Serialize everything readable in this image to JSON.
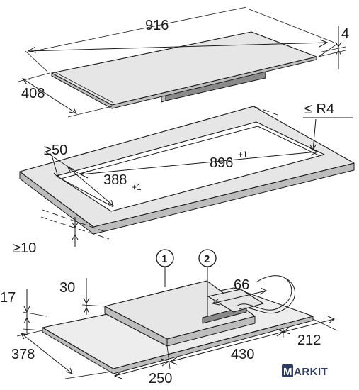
{
  "cooktop": {
    "width": "916",
    "depth": "408",
    "thickness": "4"
  },
  "cutout": {
    "corner_radius": "≤ R4",
    "min_front_margin": "≥50",
    "width": "896",
    "width_tol": "+1",
    "depth": "388",
    "depth_tol": "+1",
    "min_worktop_thickness": "≥10"
  },
  "side_view": {
    "marker_1": "1",
    "marker_2": "2",
    "unit_height": "30",
    "frame_height": "17",
    "connection_offset": "66",
    "depth": "378",
    "dim_250": "250",
    "dim_430": "430",
    "dim_212": "212"
  },
  "watermark": {
    "text": "MARKIT",
    "colors": {
      "badge": "#2f3b63",
      "text": "#2f3b63"
    }
  }
}
